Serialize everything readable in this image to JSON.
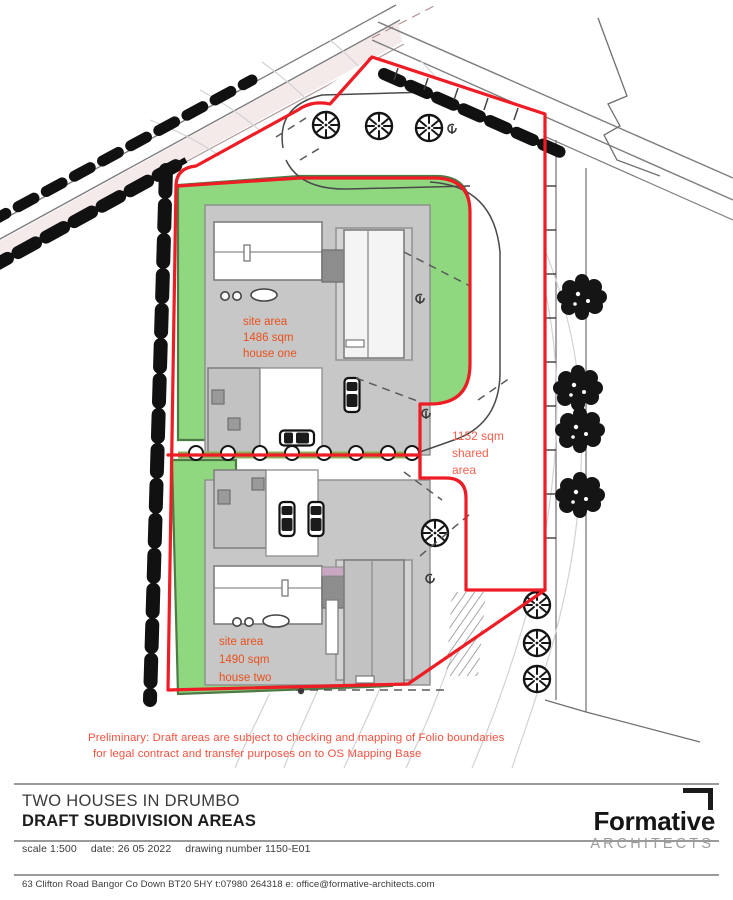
{
  "document": {
    "kind": "architectural-site-plan",
    "sheet_title_line1": "TWO HOUSES IN DRUMBO",
    "sheet_title_line2": "DRAFT SUBDIVISION AREAS"
  },
  "titleblock": {
    "scale_label": "scale 1:500",
    "date_label": "date:  26 05 2022",
    "drawing_number_label": "drawing number   1150-E01",
    "footer": "63 Clifton Road  Bangor  Co Down  BT20 5HY  t:07980 264318 e: office@formative-architects.com"
  },
  "logo": {
    "name": "Formative",
    "subtitle": "ARCHITECTS"
  },
  "notes": {
    "preliminary_line1": "Preliminary: Draft areas are subject to checking and mapping of Folio boundaries",
    "preliminary_line2": "for legal contract and transfer purposes on to OS Mapping Base"
  },
  "plan": {
    "labels": {
      "house_one": {
        "line1": "site area",
        "line2": "1486 sqm",
        "line3": "house one"
      },
      "house_two": {
        "line1": "site area",
        "line2": "1490 sqm",
        "line3": "house two"
      },
      "shared": {
        "line1": "1152 sqm",
        "line2": "shared",
        "line3": "area"
      }
    },
    "areas": {
      "house_one_sqm": 1486,
      "house_two_sqm": 1490,
      "shared_sqm": 1152,
      "units": "sqm"
    },
    "colors": {
      "boundary_red": "#ee1c24",
      "garden_green": "#8fd880",
      "garden_green_edge": "#4d7a45",
      "building_grey": "#b4b4b4",
      "building_grey_dark": "#8d8d8d",
      "hardstanding": "#c9c9c9",
      "contour_grey": "#cfcfcf",
      "tree_black": "#141414",
      "note_red": "#f4523f",
      "site_label_orange": "#e8511e"
    },
    "features": [
      "red site boundary line",
      "green private garden areas",
      "two dwelling footprints with garages",
      "shared driveway and turning area",
      "existing roadside hedging",
      "retained trees",
      "parked cars",
      "contour lines",
      "hatched embankment"
    ]
  }
}
